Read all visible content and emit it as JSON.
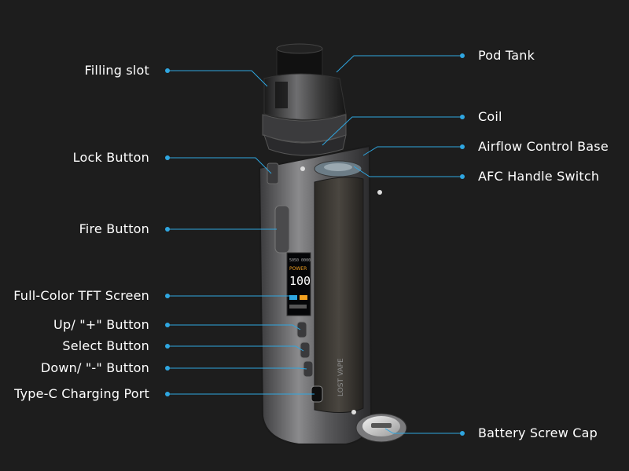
{
  "colors": {
    "background": "#1d1d1d",
    "leader": "#2fa6e0",
    "text": "#ffffff"
  },
  "callouts_left": [
    {
      "id": "filling-slot",
      "label": "Filling slot"
    },
    {
      "id": "lock-button",
      "label": "Lock Button"
    },
    {
      "id": "fire-button",
      "label": "Fire Button"
    },
    {
      "id": "tft-screen",
      "label": "Full-Color TFT Screen"
    },
    {
      "id": "up-button",
      "label": "Up/ \"+\" Button"
    },
    {
      "id": "select-button",
      "label": "Select Button"
    },
    {
      "id": "down-button",
      "label": "Down/ \"-\" Button"
    },
    {
      "id": "type-c-port",
      "label": "Type-C Charging Port"
    }
  ],
  "callouts_right": [
    {
      "id": "pod-tank",
      "label": "Pod Tank"
    },
    {
      "id": "coil",
      "label": "Coil"
    },
    {
      "id": "airflow-control-base",
      "label": "Airflow Control Base"
    },
    {
      "id": "afc-handle-switch",
      "label": "AFC Handle Switch"
    },
    {
      "id": "battery-screw-cap",
      "label": "Battery Screw Cap"
    }
  ],
  "device": {
    "screen_top_text": "5050 0000",
    "screen_mode": "POWER",
    "screen_value": "100",
    "engraving": "LOST VAPE"
  }
}
